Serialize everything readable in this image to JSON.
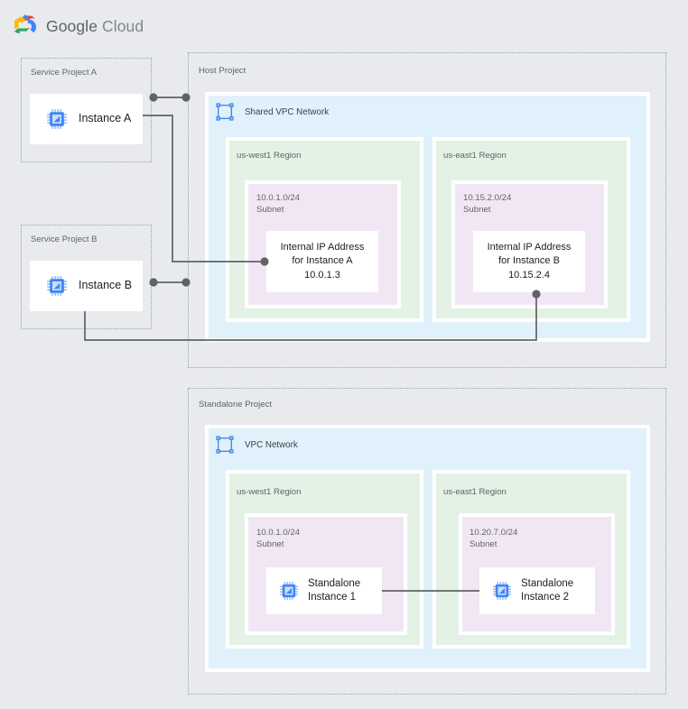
{
  "brand": {
    "google": "Google",
    "cloud": "Cloud",
    "logo_icon": "google-cloud-logo"
  },
  "projects": {
    "service_a": {
      "label": "Service Project A"
    },
    "service_b": {
      "label": "Service Project B"
    },
    "host": {
      "label": "Host Project"
    },
    "standalone": {
      "label": "Standalone Project"
    }
  },
  "networks": {
    "shared_vpc": {
      "label": "Shared VPC Network",
      "icon": "vpc-network-icon"
    },
    "vpc": {
      "label": "VPC Network",
      "icon": "vpc-network-icon"
    }
  },
  "host_regions": [
    {
      "label": "us-west1 Region",
      "subnet": "10.0.1.0/24\nSubnet",
      "card": "Internal IP Address\nfor Instance A\n10.0.1.3"
    },
    {
      "label": "us-east1 Region",
      "subnet": "10.15.2.0/24\nSubnet",
      "card": "Internal IP Address\nfor Instance B\n10.15.2.4"
    }
  ],
  "standalone_regions": [
    {
      "label": "us-west1 Region",
      "subnet": "10.0.1.0/24\nSubnet",
      "instance": "Standalone\nInstance 1",
      "icon": "compute-instance-icon"
    },
    {
      "label": "us-east1 Region",
      "subnet": "10.20.7.0/24\nSubnet",
      "instance": "Standalone\nInstance 2",
      "icon": "compute-instance-icon"
    }
  ],
  "instances": [
    {
      "label": "Instance A",
      "icon": "compute-instance-icon"
    },
    {
      "label": "Instance B",
      "icon": "compute-instance-icon"
    }
  ],
  "colors": {
    "page_bg": "#e8eaed",
    "vpc_fill": "#e1f1fb",
    "region_fill": "#e4f2e6",
    "subnet_fill": "#f1e7f4",
    "card_fill": "#ffffff",
    "dashed_border": "#9aa0a6",
    "wire": "#5f6368",
    "icon_blue": "#4285f4",
    "text": "#202124",
    "muted_text": "#5f6368"
  }
}
